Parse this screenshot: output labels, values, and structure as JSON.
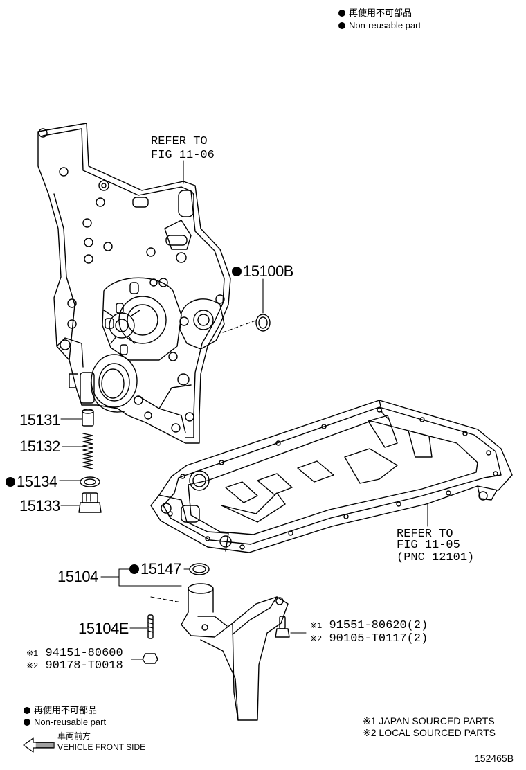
{
  "legend_top": {
    "line1": "再使用不可部品",
    "line2": "Non-reusable part"
  },
  "legend_bottom": {
    "line1": "再使用不可部品",
    "line2": "Non-reusable part",
    "front_jp": "車両前方",
    "front_en": "VEHICLE FRONT SIDE"
  },
  "refs": {
    "timing_cover": [
      "REFER TO",
      "FIG 11-06"
    ],
    "oil_pan": [
      "REFER TO",
      "FIG 11-05",
      "(PNC 12101)"
    ]
  },
  "parts": {
    "p15100B": "15100B",
    "p15131": "15131",
    "p15132": "15132",
    "p15134": "15134",
    "p15133": "15133",
    "p15104": "15104",
    "p15147": "15147",
    "p15104E": "15104E",
    "bolt_1": "91551-80620(2)",
    "bolt_2": "90105-T0117(2)",
    "nut_1": "94151-80600",
    "nut_2": "90178-T0018"
  },
  "marks": {
    "m1": "※1",
    "m2": "※2"
  },
  "notes": {
    "n1": "※1 JAPAN SOURCED PARTS",
    "n2": "※2 LOCAL SOURCED PARTS"
  },
  "diagram_id": "152465B"
}
